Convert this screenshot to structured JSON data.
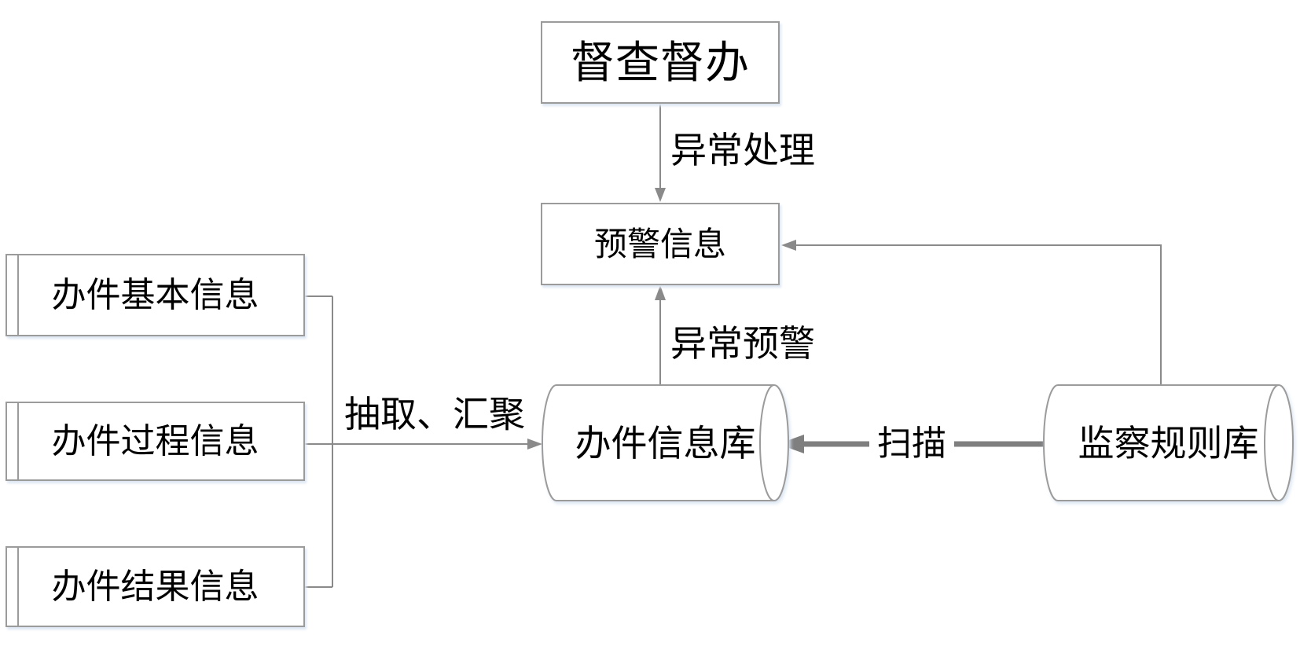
{
  "diagram": {
    "type": "flowchart",
    "nodes": {
      "supervision": {
        "label": "督查督办",
        "shape": "rectangle"
      },
      "warning_info": {
        "label": "预警信息",
        "shape": "rectangle"
      },
      "case_info_db": {
        "label": "办件信息库",
        "shape": "cylinder"
      },
      "monitor_rules_db": {
        "label": "监察规则库",
        "shape": "cylinder"
      },
      "case_basic_info": {
        "label": "办件基本信息",
        "shape": "rectangle-double-left-edge"
      },
      "case_process_info": {
        "label": "办件过程信息",
        "shape": "rectangle-double-left-edge"
      },
      "case_result_info": {
        "label": "办件结果信息",
        "shape": "rectangle-double-left-edge"
      }
    },
    "edges": {
      "exception_handling": {
        "label": "异常处理",
        "from": "supervision",
        "to": "warning_info"
      },
      "exception_warning": {
        "label": "异常预警",
        "from": "case_info_db",
        "to": "warning_info"
      },
      "extract_aggregate": {
        "label": "抽取、汇聚",
        "from": "case_basic_info,case_process_info,case_result_info",
        "to": "case_info_db"
      },
      "scan": {
        "label": "扫描",
        "from": "monitor_rules_db",
        "to": "case_info_db"
      },
      "rules_to_warning": {
        "label": "",
        "from": "monitor_rules_db",
        "to": "warning_info"
      }
    },
    "colors": {
      "line": "#8a8a8a",
      "thick_line": "#7f7f7f",
      "border": "#9b9b9b",
      "shadow": "#dce6f2",
      "text": "#000000",
      "background": "#ffffff"
    }
  }
}
